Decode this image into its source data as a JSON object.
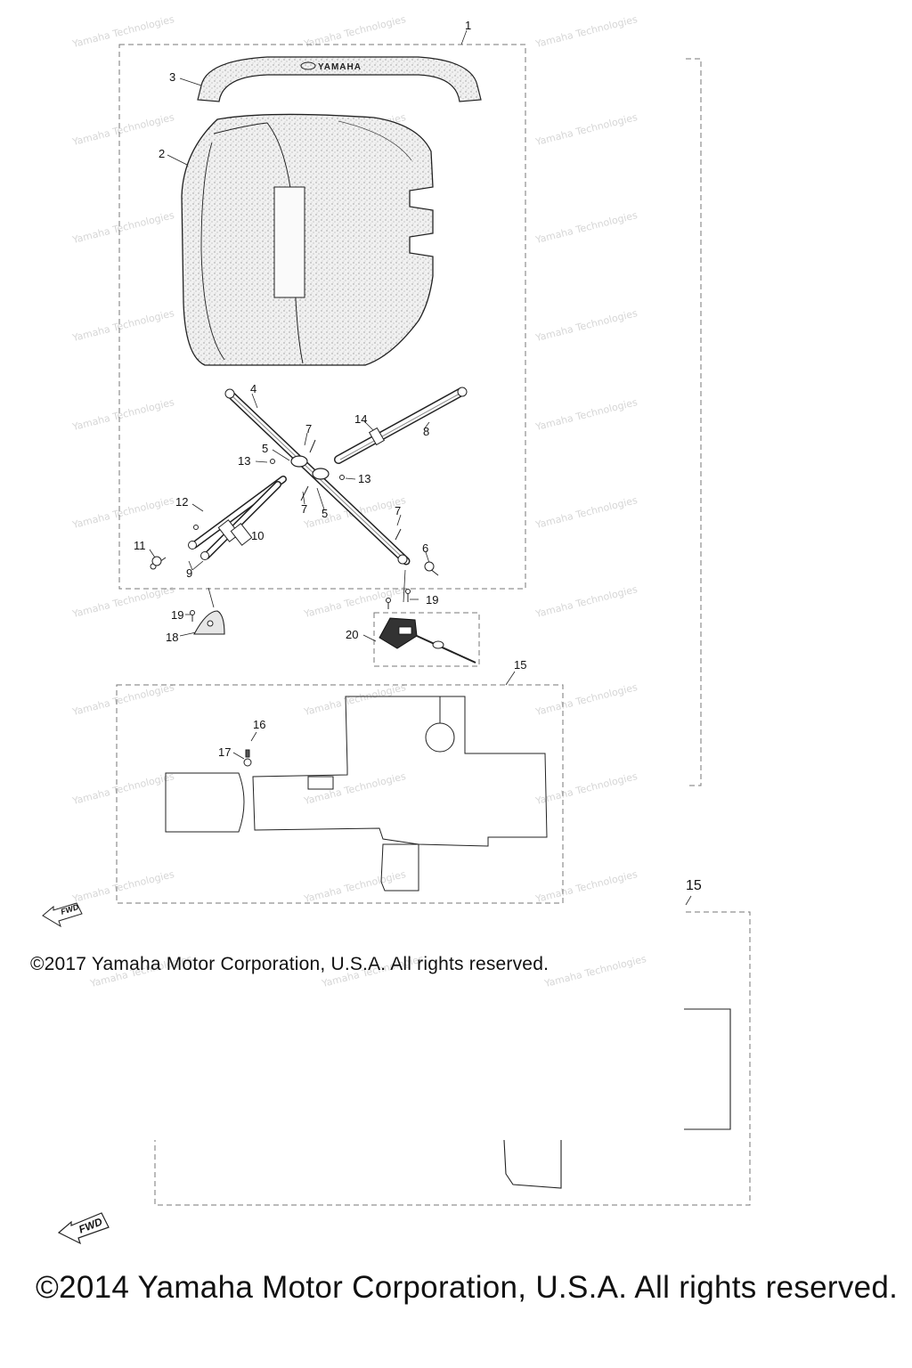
{
  "diagram": {
    "brand_label": "YAMAHA",
    "callouts": {
      "c1": "1",
      "c2": "2",
      "c3": "3",
      "c4": "4",
      "c5a": "5",
      "c5b": "5",
      "c6": "6",
      "c7a": "7",
      "c7b": "7",
      "c7c": "7",
      "c8": "8",
      "c9": "9",
      "c10": "10",
      "c11": "11",
      "c12": "12",
      "c13a": "13",
      "c13b": "13",
      "c14": "14",
      "c15a": "15",
      "c15b": "15",
      "c16": "16",
      "c17": "17",
      "c18": "18",
      "c19a": "19",
      "c19b": "19",
      "c20": "20"
    },
    "fwd_label": "FWD",
    "watermark": "Yamaha Technologies"
  },
  "copyright": {
    "line_2017": "©2017 Yamaha Motor Corporation, U.S.A. All rights reserved.",
    "line_2014": "©2014 Yamaha Motor Corporation, U.S.A. All rights reserved."
  }
}
